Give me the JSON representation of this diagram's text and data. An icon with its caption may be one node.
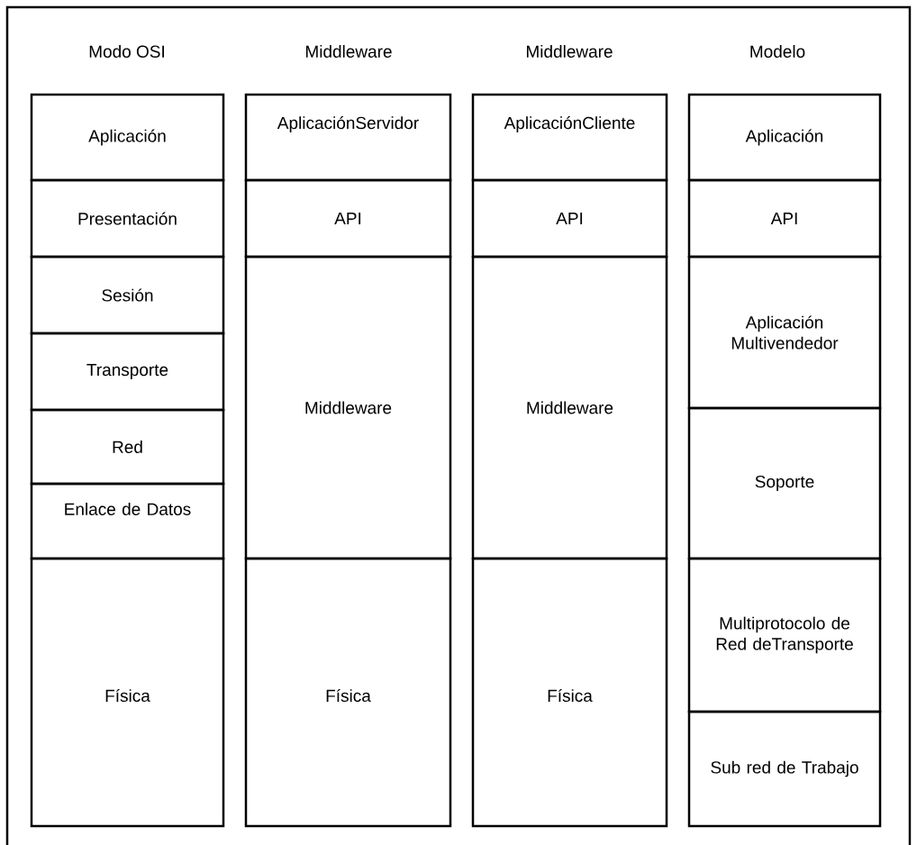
{
  "diagram": {
    "nodes": [
      {
        "text": [
          "Aplicación"
        ]
      },
      {
        "text": [
          "Presentación"
        ]
      },
      {
        "text": [
          "Sesión"
        ]
      },
      {
        "text": [
          "Transporte"
        ]
      },
      {
        "text": [
          "Red"
        ]
      },
      {
        "text": [
          "Enlace de Datos"
        ]
      },
      {
        "text": [
          "Física"
        ]
      },
      {
        "text": [
          "AplicaciónServidor"
        ]
      },
      {
        "text": [
          "API"
        ]
      },
      {
        "text": [
          "Middleware"
        ]
      },
      {
        "text": [
          "Física"
        ]
      },
      {
        "text": [
          "AplicaciónCliente"
        ]
      },
      {
        "text": [
          "API"
        ]
      },
      {
        "text": [
          "Middleware"
        ]
      },
      {
        "text": [
          "Física"
        ]
      },
      {
        "text": [
          "Aplicación"
        ]
      },
      {
        "text": [
          "API"
        ]
      },
      {
        "text": [
          "Aplicación Multivendedor"
        ]
      },
      {
        "text": [
          "Soporte"
        ]
      },
      {
        "text": [
          "Multiprotocolo de Red deTransporte"
        ]
      },
      {
        "text": [
          "Sub red de Trabajo"
        ]
      }
    ],
    "labels": [
      "Modo OSI",
      "Middleware",
      "Middleware",
      "Modelo"
    ]
  }
}
